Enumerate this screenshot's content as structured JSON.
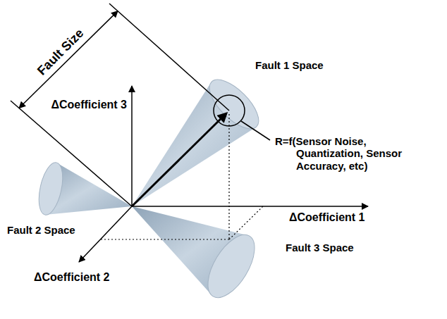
{
  "diagram": {
    "labels": [
      "Fault Size",
      "ΔCoefficient 3",
      "Fault 1 Space",
      "R=f(Sensor Noise, Quantization, Sensor Accuracy, etc)",
      "ΔCoefficient 1",
      "Fault 2 Space",
      "ΔCoefficient 2",
      "Fault 3 Space"
    ]
  }
}
